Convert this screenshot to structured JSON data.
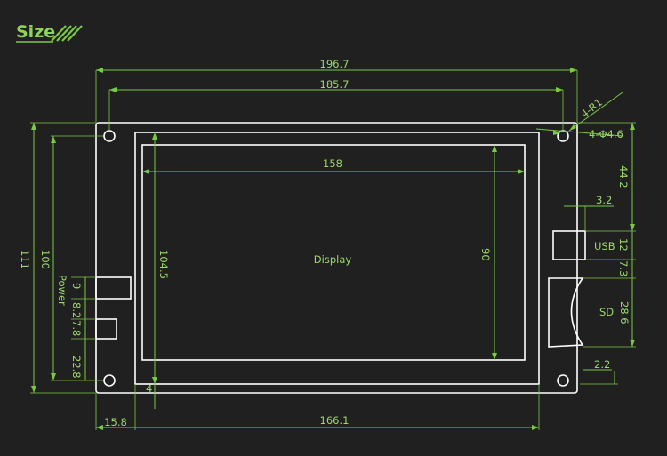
{
  "header": {
    "title": "Size",
    "accent_color": "#7ac943"
  },
  "board": {
    "display_label": "Display",
    "usb_label": "USB",
    "sd_label": "SD",
    "power_label": "Power"
  },
  "dimensions": {
    "overall_width": "196.7",
    "hole_spacing_width": "185.7",
    "active_width": "158",
    "active_height": "90",
    "frame_height": "104.5",
    "overall_height": "111",
    "hole_spacing_height": "100",
    "corner_radius": "4-R1",
    "hole_diameter": "4-Φ4.6",
    "usb_top_offset": "44.2",
    "usb_depth": "3.2",
    "usb_height": "12",
    "usb_sd_gap": "7.3",
    "sd_height": "28.6",
    "sd_offset": "2.2",
    "power_conn_1": "9",
    "power_gap": "8.2",
    "power_conn_2": "7.8",
    "power_bottom": "22.8",
    "frame_bottom_margin": "4",
    "left_margin": "15.8",
    "frame_width": "166.1"
  }
}
